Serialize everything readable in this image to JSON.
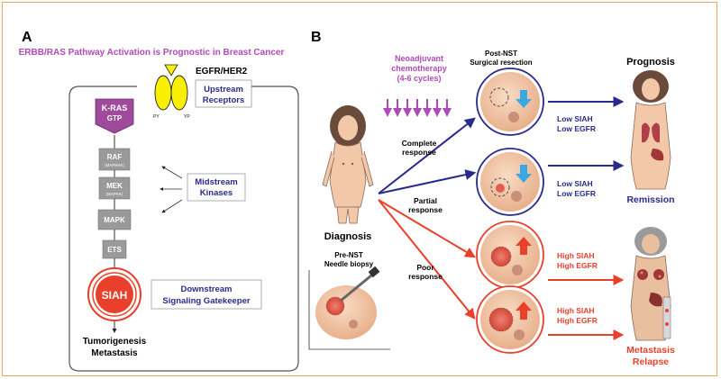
{
  "colors": {
    "frame": "#f0a860",
    "purple": "#b04ab8",
    "navy": "#2a2a8c",
    "red": "#e8402a",
    "gray_box": "#9a9a9a",
    "kras": "#a04a9c",
    "egfr": "#f8f000",
    "blue_arrow": "#3aa8e0",
    "skin": "#f2c8a8"
  },
  "panel_a": {
    "letter": "A",
    "title": "ERBB/RAS Pathway Activation is Prognostic in Breast Cancer",
    "receptor_label": "EGFR/HER2",
    "py_left": "PY",
    "py_right": "YP",
    "kras": {
      "line1": "K-RAS",
      "line2": "GTP"
    },
    "kinases": [
      {
        "name": "RAF",
        "sub": "(MAPKKK)"
      },
      {
        "name": "MEK",
        "sub": "(MAPKK)"
      },
      {
        "name": "MAPK",
        "sub": ""
      },
      {
        "name": "ETS",
        "sub": ""
      }
    ],
    "siah": "SIAH",
    "outcome": {
      "line1": "Tumorigenesis",
      "line2": "Metastasis"
    },
    "labels": {
      "upstream": {
        "line1": "Upstream",
        "line2": "Receptors"
      },
      "midstream": {
        "line1": "Midstream",
        "line2": "Kinases"
      },
      "downstream": {
        "line1": "Downstream",
        "line2": "Signaling Gatekeeper"
      }
    }
  },
  "panel_b": {
    "letter": "B",
    "therapy": {
      "line1": "Neoadjuvant",
      "line2": "chemotherapy",
      "line3": "(4-6 cycles)"
    },
    "post_nst": {
      "line1": "Post-NST",
      "line2": "Surgical resection"
    },
    "prognosis": "Prognosis",
    "diagnosis": "Diagnosis",
    "biopsy": {
      "line1": "Pre-NST",
      "line2": "Needle biopsy"
    },
    "responses": {
      "complete": {
        "line1": "Complete",
        "line2": "response"
      },
      "partial": {
        "line1": "Partial",
        "line2": "response"
      },
      "poor": {
        "line1": "Poor",
        "line2": "response"
      }
    },
    "markers": [
      {
        "line1": "Low SIAH",
        "line2": "Low EGFR"
      },
      {
        "line1": "Low SIAH",
        "line2": "Low EGFR"
      },
      {
        "line1": "High SIAH",
        "line2": "High EGFR"
      },
      {
        "line1": "High SIAH",
        "line2": "High EGFR"
      }
    ],
    "remission": "Remission",
    "relapse": {
      "line1": "Metastasis",
      "line2": "Relapse"
    }
  }
}
